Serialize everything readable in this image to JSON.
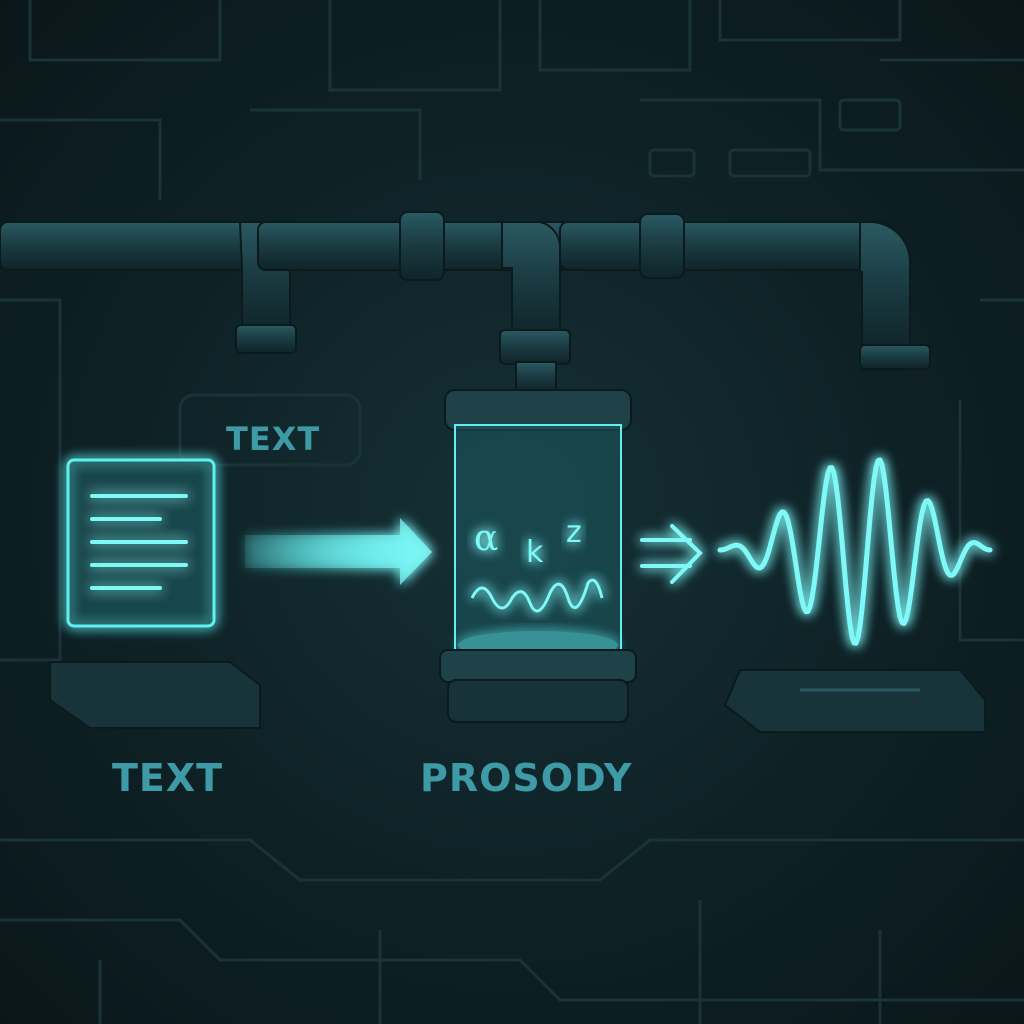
{
  "labels": {
    "top_text": "TEXT",
    "input_text": "TEXT",
    "prosody": "PROSODY"
  },
  "cylinder_symbols": [
    "α",
    "k",
    "z"
  ],
  "colors": {
    "background": "#0e2125",
    "glow": "#5ff0f0",
    "label": "#3d9aa6",
    "pipe": "#1c3d44"
  }
}
